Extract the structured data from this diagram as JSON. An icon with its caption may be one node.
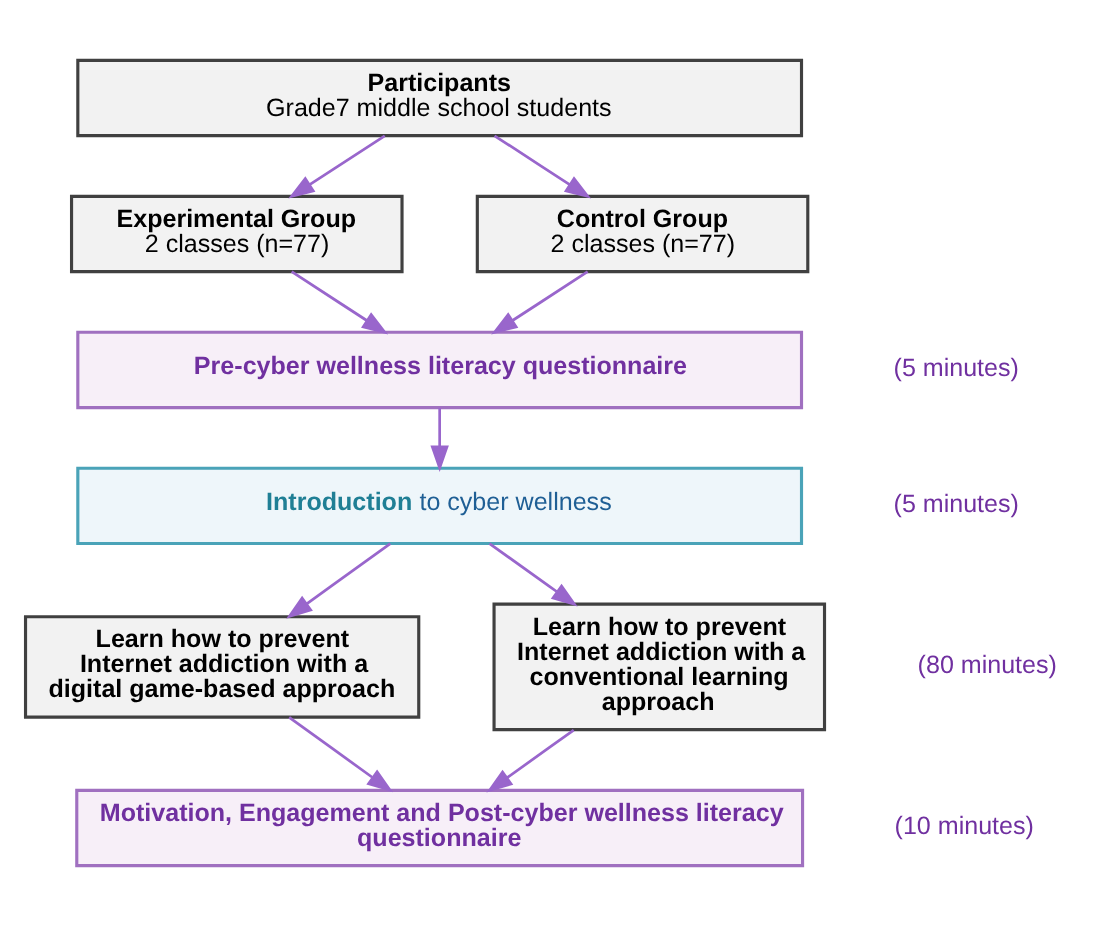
{
  "diagram": {
    "nodes": [
      {
        "text": [
          "Participants",
          "Grade7 middle school students"
        ]
      },
      {
        "text": [
          "Experimental Group",
          "2 classes (n=77)"
        ]
      },
      {
        "text": [
          "Control Group",
          "2 classes (n=77)"
        ]
      },
      {
        "text": [
          "Pre-cyber wellness literacy questionnaire"
        ],
        "beside": [
          "(5 minutes)"
        ]
      },
      {
        "text": [
          "**Introduction** to cyber wellness"
        ],
        "beside": [
          "(5 minutes)"
        ]
      },
      {
        "text": [
          "Learn how to prevent Internet addiction with a digital game-based approach"
        ]
      },
      {
        "text": [
          "Learn how to prevent Internet addiction with a conventional learning approach"
        ],
        "beside": [
          "(80 minutes)"
        ]
      },
      {
        "text": [
          "Motivation, Engagement and Post-cyber wellness literacy questionnaire"
        ],
        "beside": [
          "(10 minutes)"
        ]
      }
    ],
    "edges": [
      {
        "from": 0,
        "to": 1,
        "arrow": "to"
      },
      {
        "from": 0,
        "to": 2,
        "arrow": "to"
      },
      {
        "from": 1,
        "to": 3,
        "arrow": "to"
      },
      {
        "from": 2,
        "to": 3,
        "arrow": "to"
      },
      {
        "from": 3,
        "to": 4,
        "arrow": "to"
      },
      {
        "from": 4,
        "to": 5,
        "arrow": "to"
      },
      {
        "from": 4,
        "to": 6,
        "arrow": "to"
      },
      {
        "from": 5,
        "to": 7,
        "arrow": "to"
      },
      {
        "from": 6,
        "to": 7,
        "arrow": "to"
      }
    ]
  }
}
